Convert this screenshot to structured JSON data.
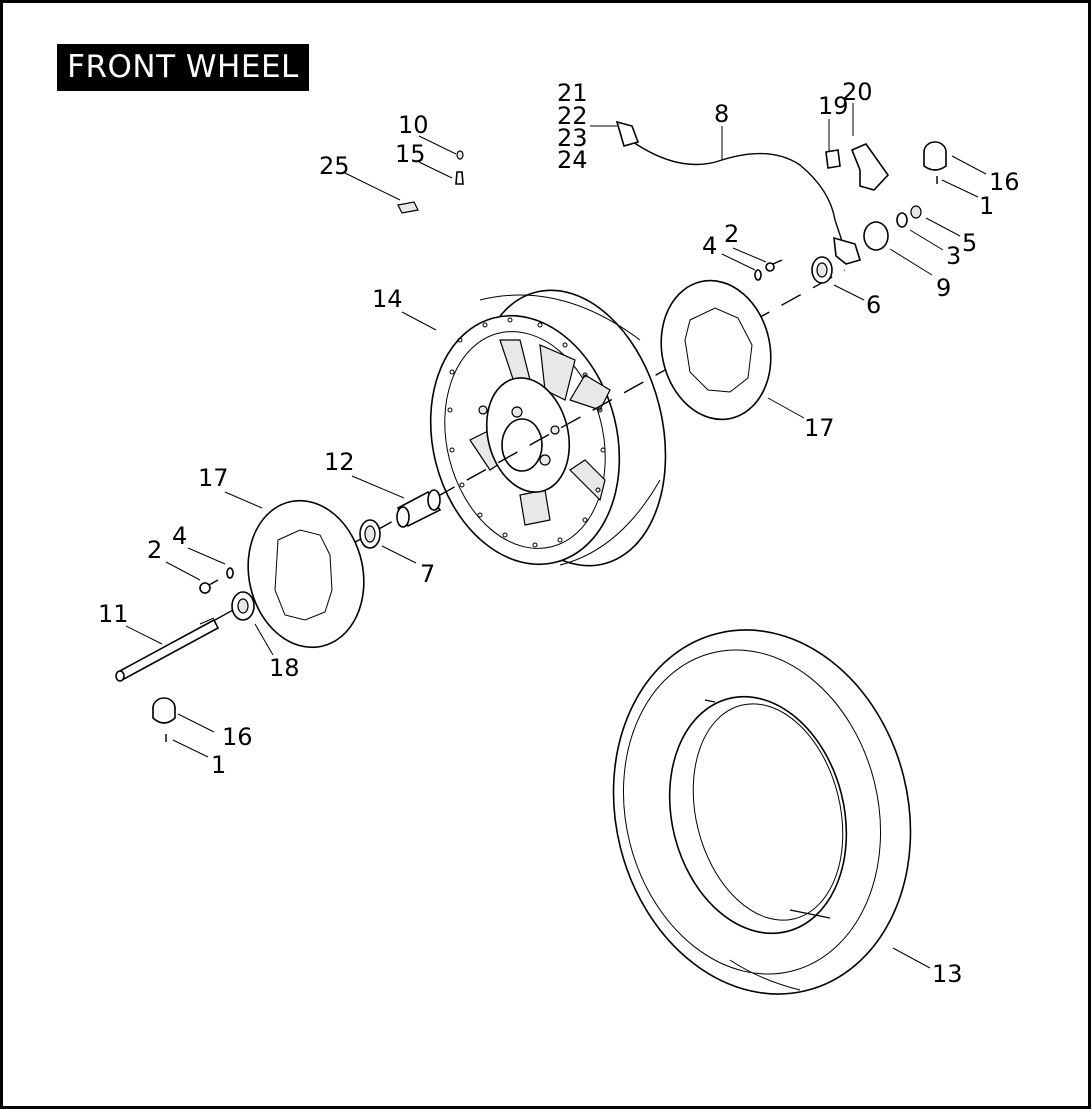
{
  "title": "FRONT WHEEL",
  "callouts": {
    "c1a": "1",
    "c1b": "1",
    "c2a": "2",
    "c2b": "2",
    "c3": "3",
    "c4a": "4",
    "c4b": "4",
    "c5": "5",
    "c6": "6",
    "c7": "7",
    "c8": "8",
    "c9": "9",
    "c10": "10",
    "c11": "11",
    "c12": "12",
    "c13": "13",
    "c14": "14",
    "c15": "15",
    "c16a": "16",
    "c16b": "16",
    "c17a": "17",
    "c17b": "17",
    "c18": "18",
    "c19": "19",
    "c20": "20",
    "c21": "21",
    "c22": "22",
    "c23": "23",
    "c24": "24",
    "c25": "25"
  }
}
